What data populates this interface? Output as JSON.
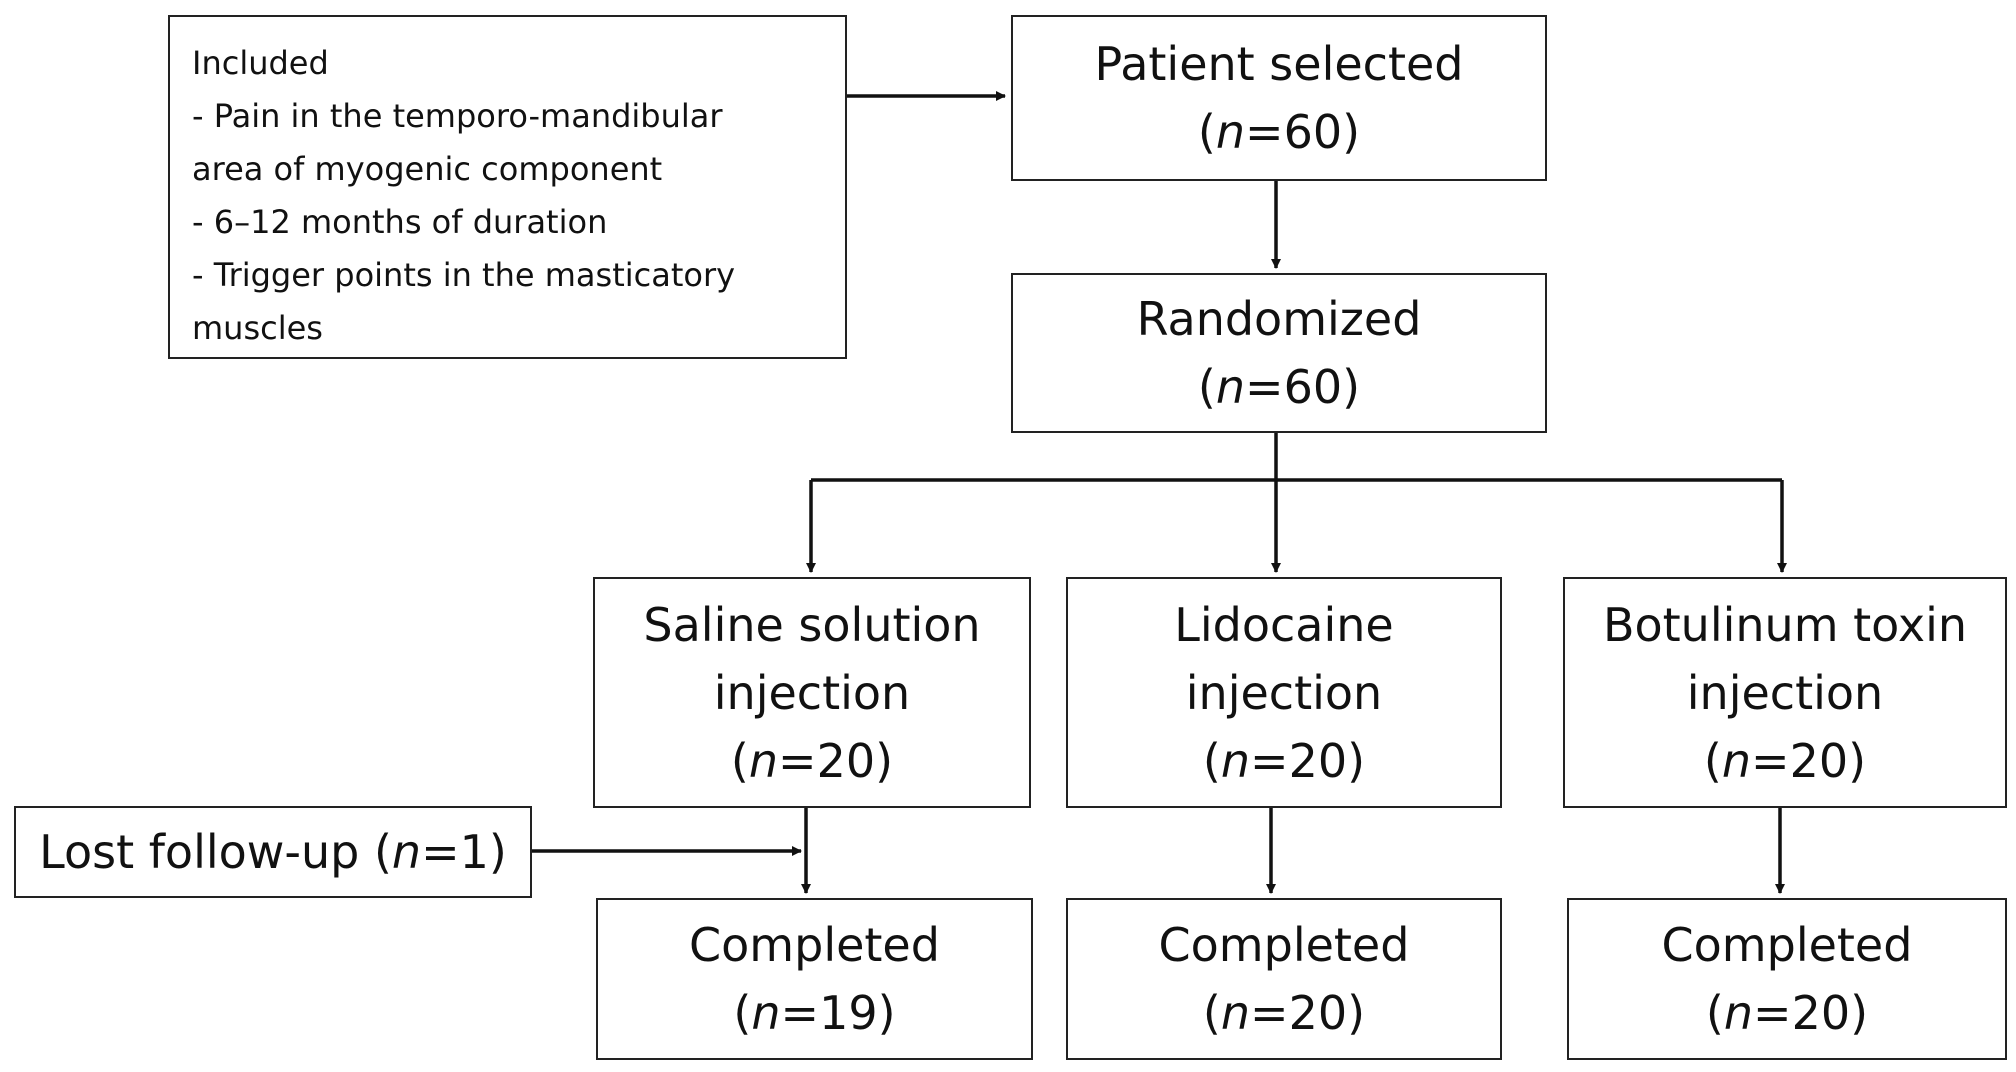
{
  "inclusion": {
    "title": "Included",
    "items": [
      "- Pain in the temporo-mandibular",
      "area of myogenic component",
      "- 6–12 months of duration",
      "- Trigger points in the masticatory",
      "muscles"
    ]
  },
  "selected": {
    "label": "Patient selected",
    "n": "60"
  },
  "randomized": {
    "label": "Randomized",
    "n": "60"
  },
  "arms": [
    {
      "line1": "Saline solution",
      "line2": "injection",
      "n": "20"
    },
    {
      "line1": "Lidocaine",
      "line2": "injection",
      "n": "20"
    },
    {
      "line1": "Botulinum toxin",
      "line2": "injection",
      "n": "20"
    }
  ],
  "lost": {
    "label": "Lost follow-up",
    "n": "1"
  },
  "completed": [
    {
      "label": "Completed",
      "n": "19"
    },
    {
      "label": "Completed",
      "n": "20"
    },
    {
      "label": "Completed",
      "n": "20"
    }
  ]
}
